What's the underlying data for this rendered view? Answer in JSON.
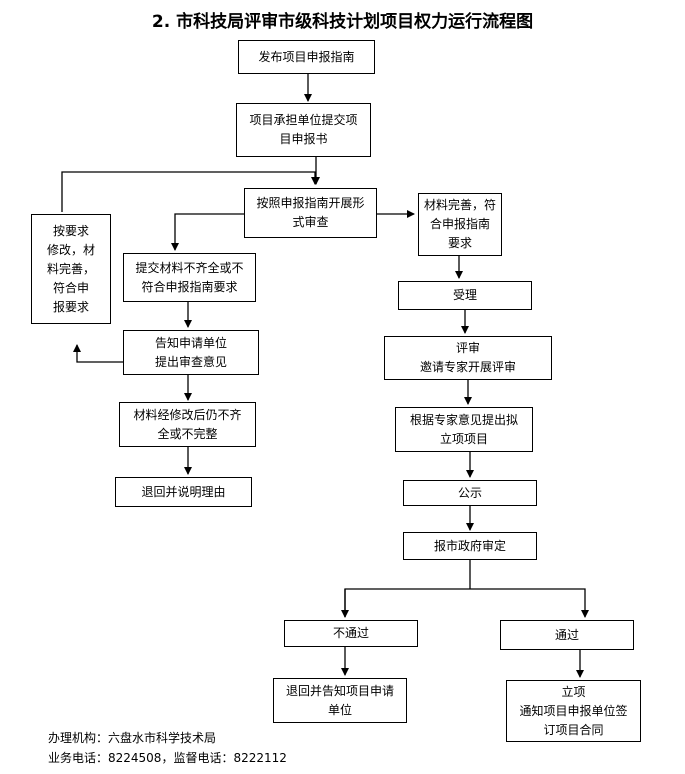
{
  "title": "2. 市科技局评审市级科技计划项目权力运行流程图",
  "nodes": {
    "publish": "发布项目申报指南",
    "submit": "项目承担单位提交项\n目申报书",
    "formal_review": "按照申报指南开展形\n式审查",
    "complete": "材料完善，符\n合申报指南\n要求",
    "revise": "按要求\n修改，材\n料完善，\n符合申\n报要求",
    "incomplete": "提交材料不齐全或不\n符合申报指南要求",
    "notify": "告知申请单位\n提出审查意见",
    "still_incomplete": "材料经修改后仍不齐\n全或不完整",
    "return_reason": "退回并说明理由",
    "accept": "受理",
    "evaluate": "评审\n邀请专家开展评审",
    "propose": "根据专家意见提出拟\n立项项目",
    "publicize": "公示",
    "report": "报市政府审定",
    "fail": "不通过",
    "pass": "通过",
    "return_notify": "退回并告知项目申请\n单位",
    "approve": "立项\n通知项目申报单位签\n订项目合同"
  },
  "footer": {
    "org": "办理机构：六盘水市科学技术局",
    "phones": "业务电话：8224508，监督电话：8222112"
  }
}
